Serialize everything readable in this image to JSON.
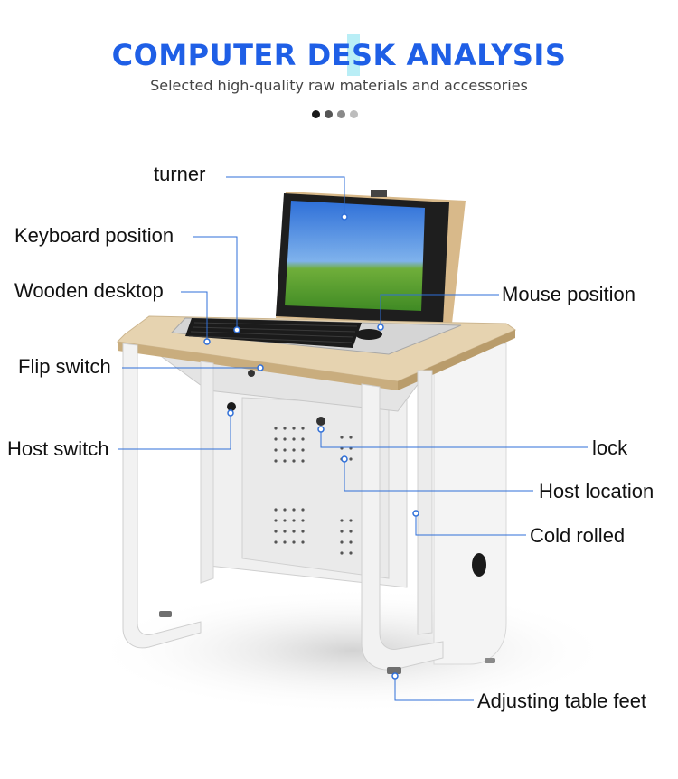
{
  "header": {
    "title": "COMPUTER DESK ANALYSIS",
    "subtitle": "Selected high-quality raw materials and accessories"
  },
  "pager": {
    "dot_colors": [
      "#1a1a1a",
      "#555555",
      "#8a8a8a",
      "#bdbdbd"
    ]
  },
  "colors": {
    "title_blue": "#1f5fe6",
    "leader_blue": "#2f6fd8",
    "wood": "#e6d3b0",
    "steel": "#f2f2f2"
  },
  "callouts": {
    "turner": "turner",
    "keyboard_position": "Keyboard position",
    "wooden_desktop": "Wooden desktop",
    "flip_switch": "Flip switch",
    "host_switch": "Host switch",
    "mouse_position": "Mouse position",
    "lock": "lock",
    "host_location": "Host location",
    "cold_rolled": "Cold rolled",
    "adjusting_table_feet": "Adjusting table feet"
  }
}
